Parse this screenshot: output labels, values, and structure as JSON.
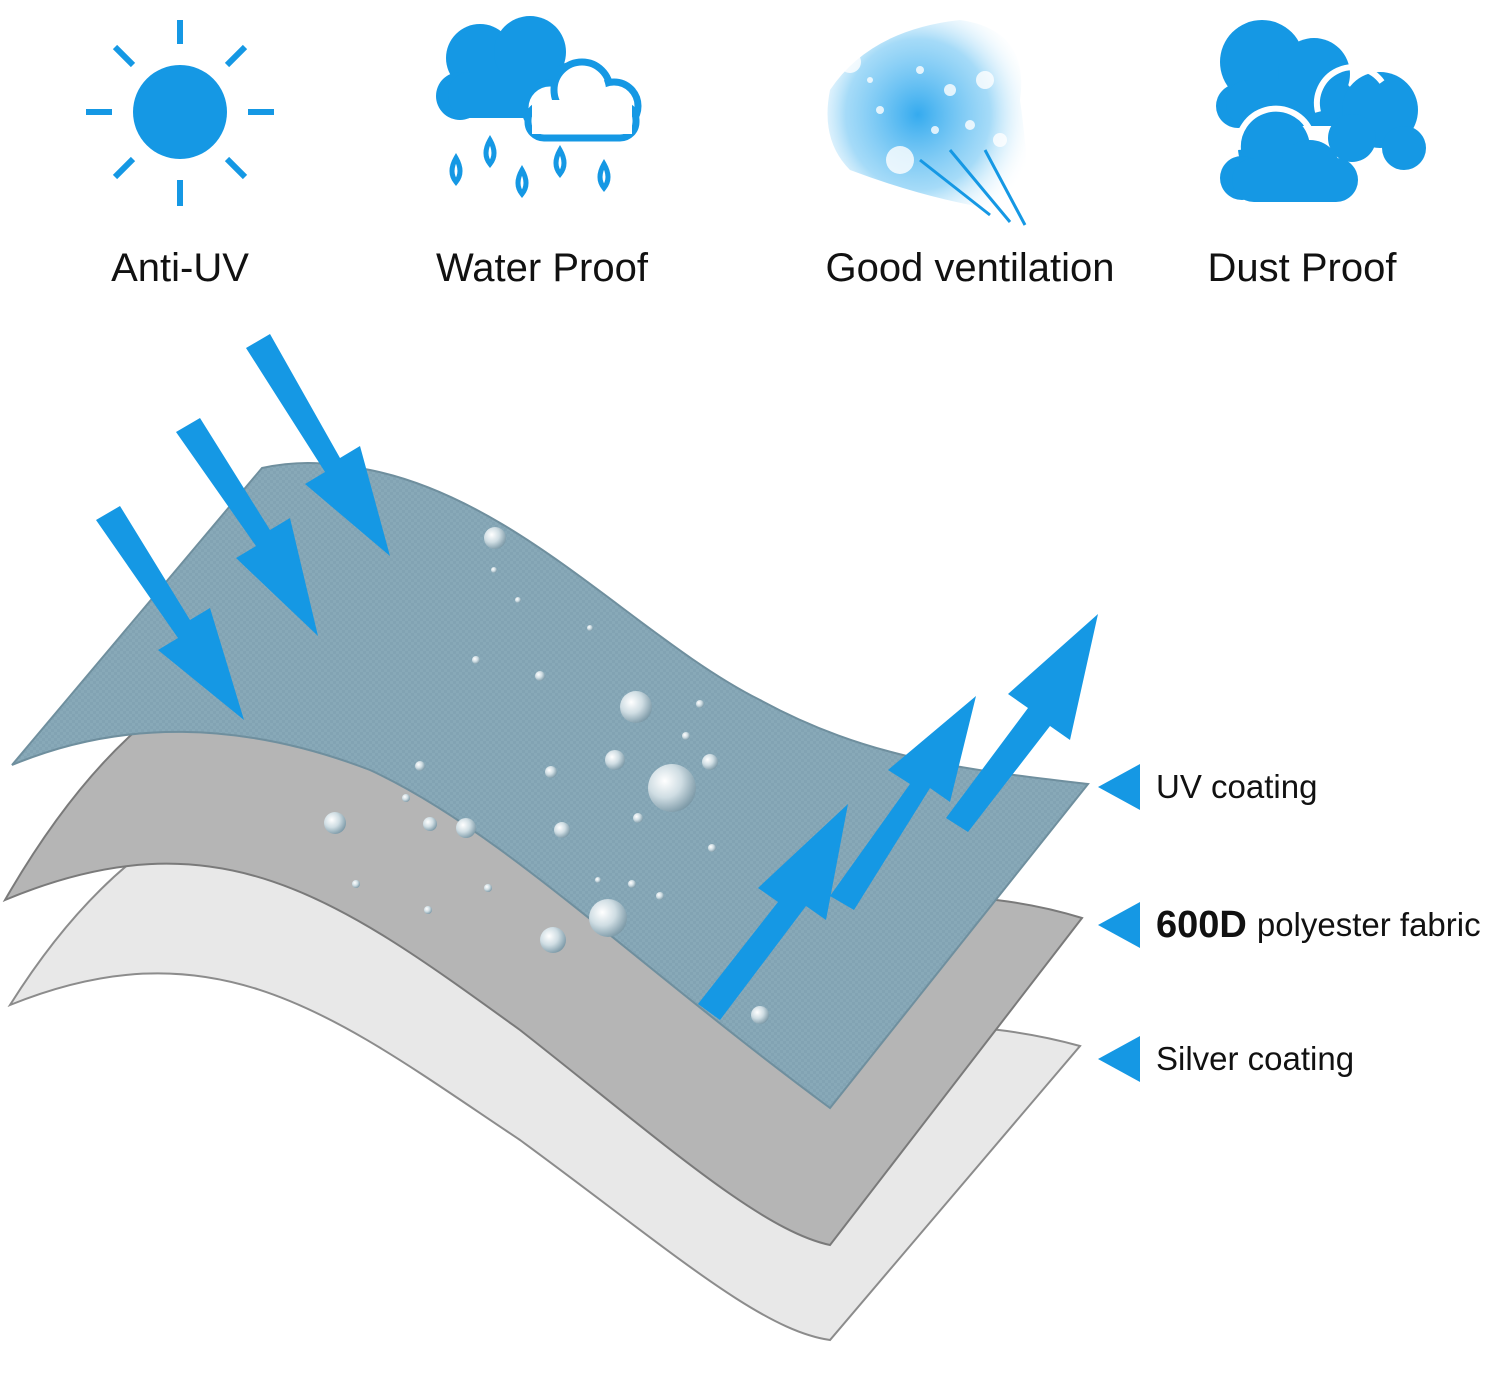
{
  "colors": {
    "accent": "#1598e4",
    "top_layer": "#88a9b8",
    "middle_layer": "#b5b5b5",
    "bottom_layer": "#e8e8e8",
    "text": "#111111"
  },
  "features": [
    {
      "icon": "sun-icon",
      "label": "Anti-UV"
    },
    {
      "icon": "rain-cloud-icon",
      "label": "Water Proof"
    },
    {
      "icon": "ventilation-spray-icon",
      "label": "Good ventilation"
    },
    {
      "icon": "cloud-icon",
      "label": "Dust Proof"
    }
  ],
  "layers": [
    {
      "strong": "",
      "text": "UV coating"
    },
    {
      "strong": "600D",
      "text": "polyester fabric"
    },
    {
      "strong": "",
      "text": "Silver coating"
    }
  ]
}
